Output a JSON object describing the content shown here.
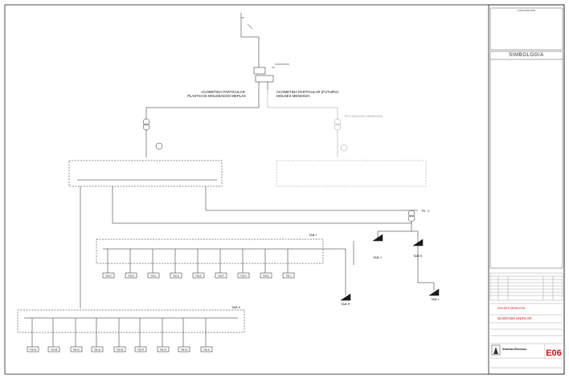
{
  "colors": {
    "line": "#1a1a1a",
    "faint": "#9a9a9a",
    "accent_red": "#d01010",
    "border": "#222222"
  },
  "main": {
    "acometida_particular": "ACOMETIDA PARTICULAR\nPLASTICOS MOLDEADOS MEPLAS",
    "acometida_futuro": "ACOMETIDA PARTICULAR (FUTURO)\nMOLDES MENDOZA",
    "transformer_future_label": "TR-2 (MOLDES MENDOZA)",
    "tab_i_label": "TAB I",
    "tab_ii_label": "TAB II",
    "tab_j_label": "TAB J",
    "tab_k_label": "TAB K",
    "tab_r_label": "TAB R",
    "tab_l_label": "TAB L",
    "tr_label": "TR - 2",
    "circuit_tags_row1": [
      "TAB IA",
      "TAB IB",
      "TAB IC",
      "TAB ID",
      "TAB IE",
      "TAB IF",
      "TAB IG",
      "TAB IH",
      "TAB II"
    ],
    "circuit_tags_row2": [
      "TAB IIA",
      "TAB IIB",
      "TAB IIC",
      "TAB IID",
      "TAB IIE",
      "TAB IIF",
      "TAB IIG",
      "TAB IIH",
      "TAB III"
    ]
  },
  "title_block": {
    "localizacion": "LOCALIZACION",
    "simbologia": "SIMBOLOGIA",
    "client": "MOLDES MENDOZA",
    "drawing_title": "DIAGRAMA UNIFILAR",
    "sheet_code": "E06",
    "company": "Sistemas Eléctricos"
  }
}
